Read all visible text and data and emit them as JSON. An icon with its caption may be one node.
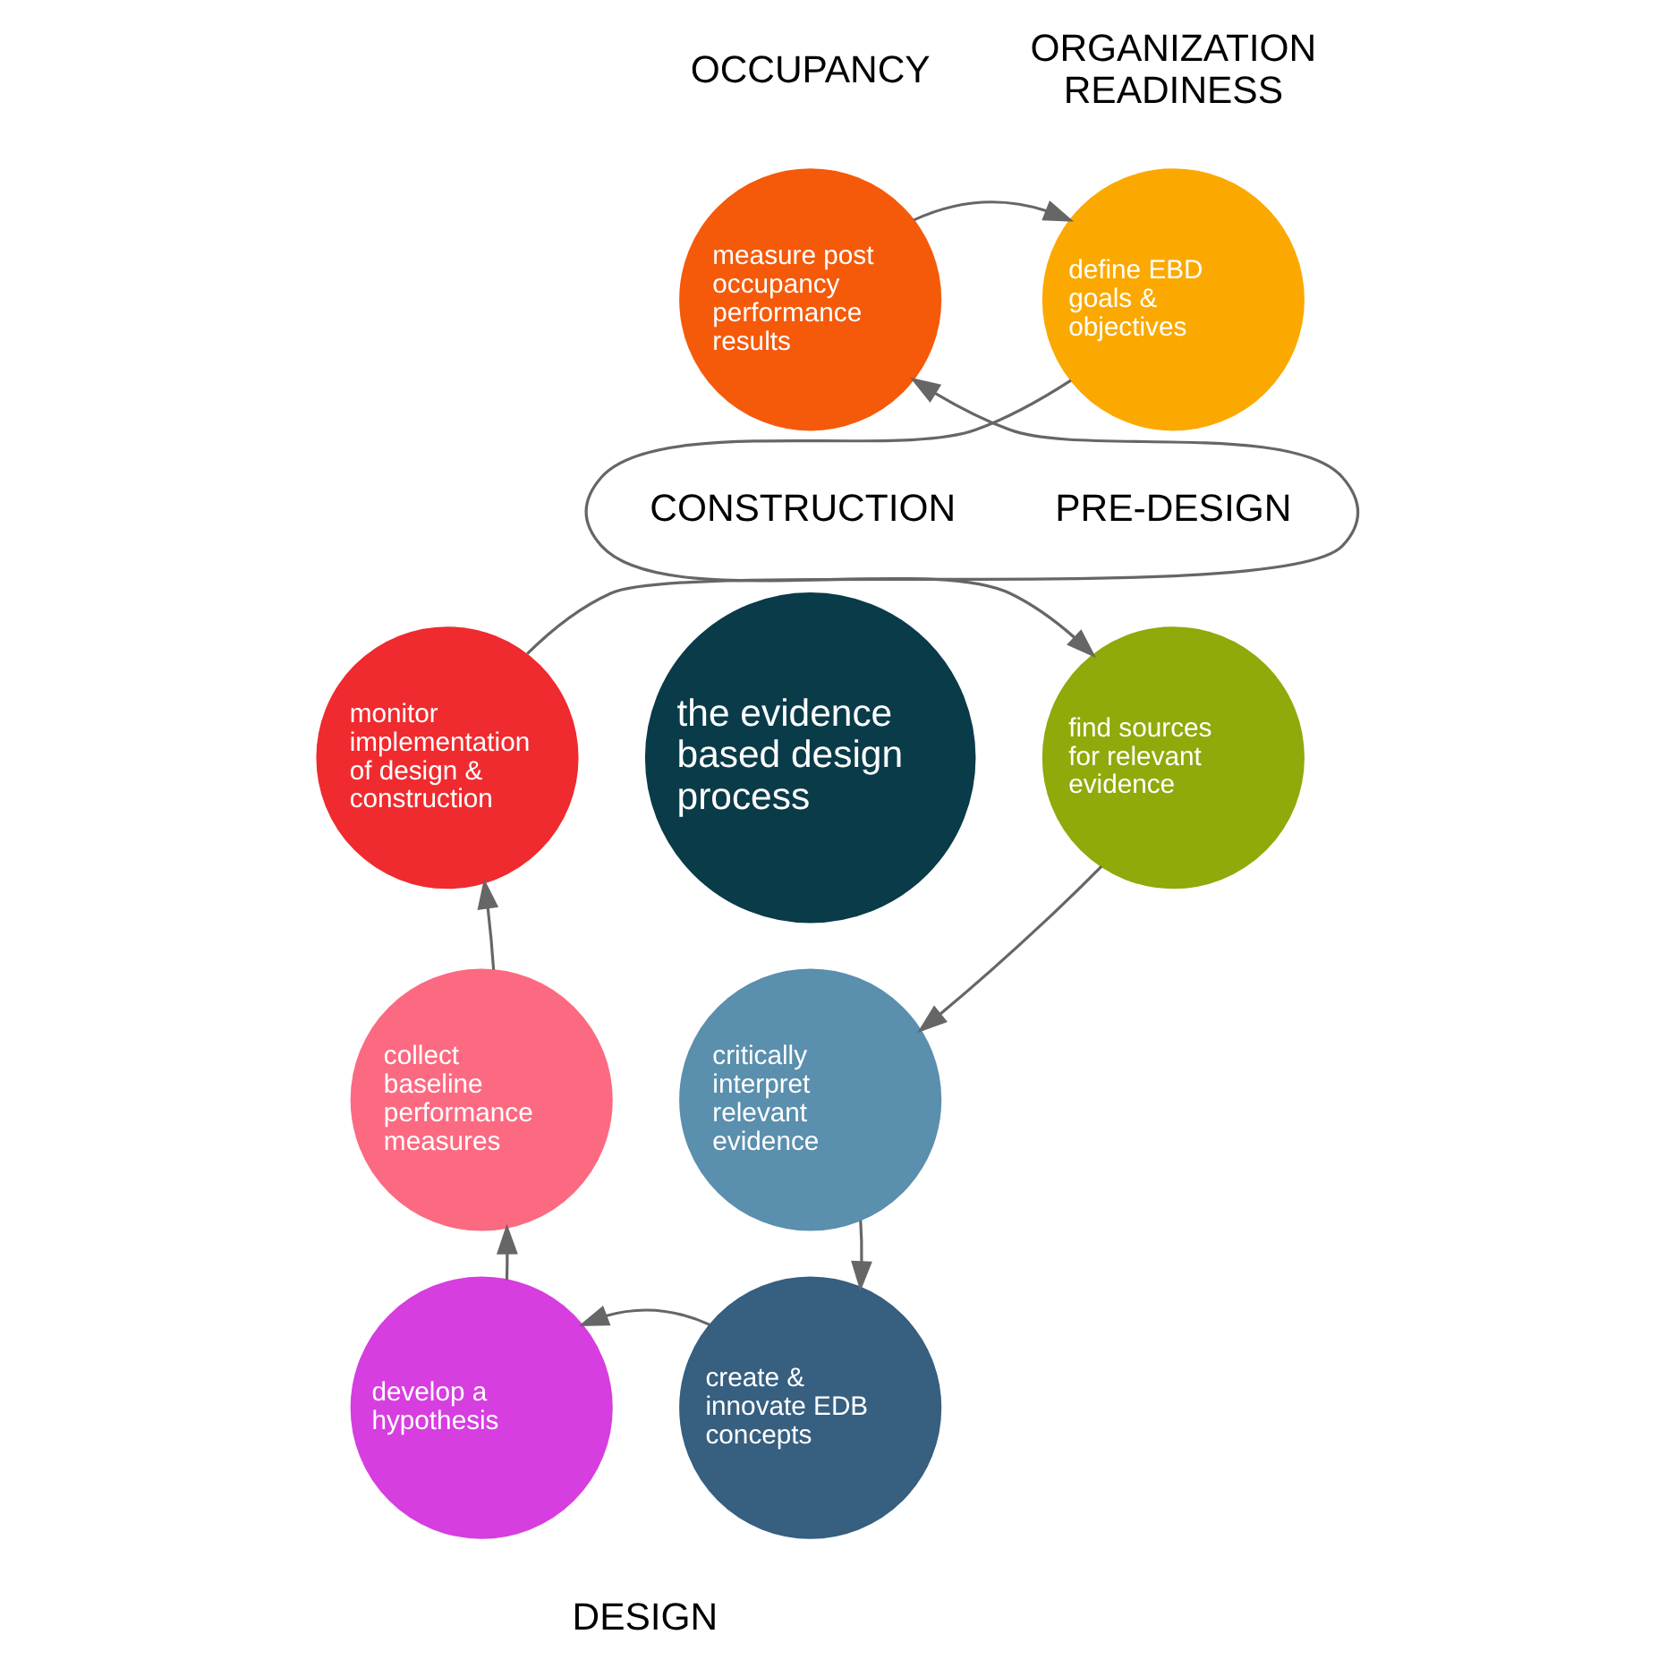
{
  "diagram": {
    "nodes": [
      {
        "text": [
          "measure post occupancy performance results"
        ]
      },
      {
        "text": [
          "define EBD goals & objectives"
        ]
      },
      {
        "text": [
          "find sources for relevant evidence"
        ]
      },
      {
        "text": [
          "critically interpret relevant evidence"
        ]
      },
      {
        "text": [
          "create & innovate EDB concepts"
        ]
      },
      {
        "text": [
          "develop a hypothesis"
        ]
      },
      {
        "text": [
          "collect baseline performance measures"
        ]
      },
      {
        "text": [
          "monitor implementation of design & construction"
        ]
      },
      {
        "text": [
          "the evidence based design process"
        ]
      }
    ],
    "edges": [
      {
        "from": 0,
        "to": 1,
        "arrow": "to"
      },
      {
        "from": 1,
        "to": 2,
        "arrow": "to"
      },
      {
        "from": 2,
        "to": 3,
        "arrow": "to"
      },
      {
        "from": 3,
        "to": 4,
        "arrow": "to"
      },
      {
        "from": 4,
        "to": 5,
        "arrow": "to"
      },
      {
        "from": 5,
        "to": 6,
        "arrow": "to"
      },
      {
        "from": 6,
        "to": 7,
        "arrow": "to"
      },
      {
        "from": 7,
        "to": 0,
        "arrow": "to"
      }
    ],
    "labels": [
      "OCCUPANCY",
      "ORGANIZATION READINESS",
      "CONSTRUCTION",
      "PRE-DESIGN",
      "DESIGN"
    ]
  }
}
